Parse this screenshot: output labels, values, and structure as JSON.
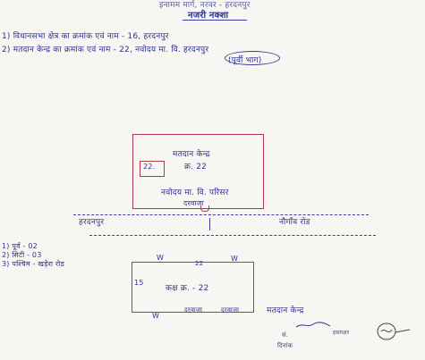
{
  "header": {
    "top_line": "इनामम मार्ग, नरवर - हरदनपुर",
    "subtitle": "नजरी नक्शा"
  },
  "details": {
    "line_1": "1) विधानसभा क्षेत्र का क्रमांक एवं नाम  -  16, हरदनपुर",
    "line_2": "2) मतदान केन्द्र का क्रमांक एवं नाम  -  22,  नवोदय मा. वि. हरदनपुर",
    "line_2b": "(पूर्वी भाग)"
  },
  "booth_map": {
    "booth_label": "मतदान केन्द्र",
    "booth_no": "क्र. 22",
    "room_tag": "22.",
    "school_label": "नवोदय मा. वि. परिसर",
    "gate_label": "दरवाजा"
  },
  "road": {
    "left_label": "हरदनपुर",
    "right_label": "नौगाँव रोड"
  },
  "directions": {
    "east": "1) पूर्व - 02",
    "north": "2) सिटी - 03",
    "west": "3) पश्चिम - खड़ेरा रोड"
  },
  "rooms_map": {
    "rooms_label": "कक्ष क्र. - 22",
    "w_top_left": "W",
    "w_top_mid": "22",
    "w_top_right": "W",
    "w_left": "15",
    "w_bottom_left": "W",
    "door_1": "दरवाजा",
    "door_2": "दरवाजा",
    "booth_caption": "मतदान केन्द्र"
  },
  "signature": {
    "line_1": "सं.",
    "line_2": "हस्ताक्षर",
    "line_3": "दिनांक"
  }
}
